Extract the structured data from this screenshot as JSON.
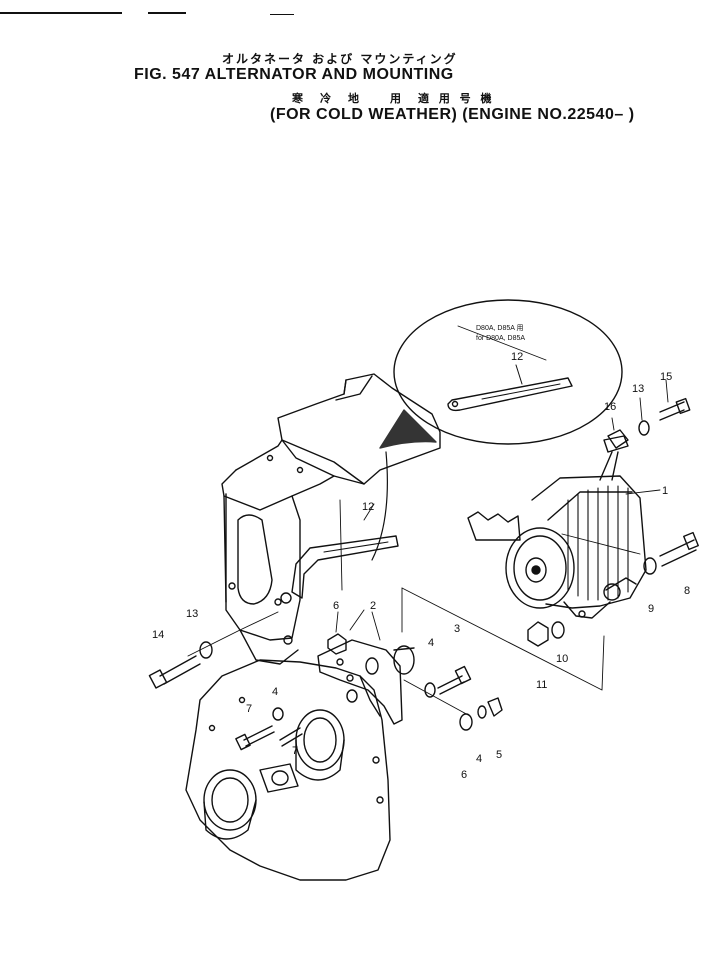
{
  "header": {
    "title_jp": "オルタネータ および マウンティング",
    "title_en": "FIG. 547  ALTERNATOR AND MOUNTING",
    "subtitle_jp": "寒　冷　地　　用　適 用 号 機",
    "subtitle_en": "(FOR COLD WEATHER) (ENGINE NO.22540– )"
  },
  "inset": {
    "note_line1": "D80A, D85A 用",
    "note_line2": "for D80A, D85A",
    "part_label": "12"
  },
  "callouts": [
    {
      "id": "c1",
      "label": "1"
    },
    {
      "id": "c2",
      "label": "2"
    },
    {
      "id": "c3",
      "label": "3"
    },
    {
      "id": "c4a",
      "label": "4"
    },
    {
      "id": "c4b",
      "label": "4"
    },
    {
      "id": "c4c",
      "label": "4"
    },
    {
      "id": "c5",
      "label": "5"
    },
    {
      "id": "c6a",
      "label": "6"
    },
    {
      "id": "c6b",
      "label": "6"
    },
    {
      "id": "c7a",
      "label": "7"
    },
    {
      "id": "c7b",
      "label": "7"
    },
    {
      "id": "c8",
      "label": "8"
    },
    {
      "id": "c9",
      "label": "9"
    },
    {
      "id": "c10",
      "label": "10"
    },
    {
      "id": "c11",
      "label": "11"
    },
    {
      "id": "c12",
      "label": "12"
    },
    {
      "id": "c13a",
      "label": "13"
    },
    {
      "id": "c13b",
      "label": "13"
    },
    {
      "id": "c14",
      "label": "14"
    },
    {
      "id": "c15",
      "label": "15"
    },
    {
      "id": "c16",
      "label": "16"
    }
  ]
}
